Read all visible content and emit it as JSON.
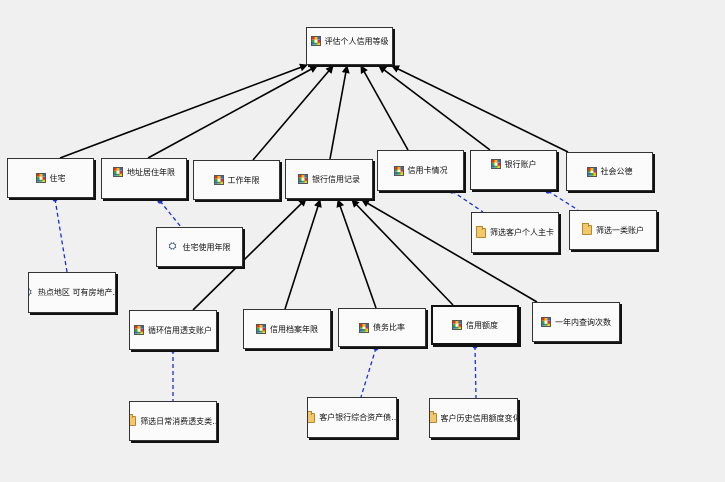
{
  "diagram": {
    "nodes": [
      {
        "id": "root",
        "label": "评估个人信用等级",
        "icon": "grid-icon"
      },
      {
        "id": "housing",
        "label": "住宅",
        "icon": "grid-icon"
      },
      {
        "id": "address_years",
        "label": "地址居住年限",
        "icon": "grid-icon"
      },
      {
        "id": "work_years",
        "label": "工作年限",
        "icon": "grid-icon"
      },
      {
        "id": "bank_credit",
        "label": "银行信用记录",
        "icon": "grid-icon"
      },
      {
        "id": "card_status",
        "label": "信用卡情况",
        "icon": "grid-icon"
      },
      {
        "id": "bank_account",
        "label": "银行账户",
        "icon": "grid-icon"
      },
      {
        "id": "social_morality",
        "label": "社会公德",
        "icon": "grid-icon"
      },
      {
        "id": "house_use_years",
        "label": "住宅使用年限",
        "icon": "chip-icon"
      },
      {
        "id": "hot_area",
        "label": "热点地区 可有房地产...",
        "icon": "chip-icon"
      },
      {
        "id": "filter_primary_card",
        "label": "筛选客户个人主卡",
        "icon": "folder-icon"
      },
      {
        "id": "filter_class1",
        "label": "筛选一类账户",
        "icon": "folder-icon"
      },
      {
        "id": "revolving_overdraft",
        "label": "循环信用透支账户",
        "icon": "grid-icon"
      },
      {
        "id": "credit_file_years",
        "label": "信用档案年限",
        "icon": "grid-icon"
      },
      {
        "id": "debt_ratio",
        "label": "债务比率",
        "icon": "grid-icon"
      },
      {
        "id": "credit_limit",
        "label": "信用额度",
        "icon": "grid-icon"
      },
      {
        "id": "inquiries_year",
        "label": "一年内查询次数",
        "icon": "grid-icon"
      },
      {
        "id": "filter_daily_spend",
        "label": "筛选日常消费透支类...",
        "icon": "folder-icon"
      },
      {
        "id": "customer_assets",
        "label": "客户银行综合资产债...",
        "icon": "folder-icon"
      },
      {
        "id": "limit_history",
        "label": "客户历史信用额度变化",
        "icon": "folder-icon"
      }
    ],
    "arrows": [
      {
        "from": "housing",
        "to": "root"
      },
      {
        "from": "address_years",
        "to": "root"
      },
      {
        "from": "work_years",
        "to": "root"
      },
      {
        "from": "bank_credit",
        "to": "root"
      },
      {
        "from": "card_status",
        "to": "root"
      },
      {
        "from": "bank_account",
        "to": "root"
      },
      {
        "from": "social_morality",
        "to": "root"
      },
      {
        "from": "revolving_overdraft",
        "to": "bank_credit"
      },
      {
        "from": "credit_file_years",
        "to": "bank_credit"
      },
      {
        "from": "debt_ratio",
        "to": "bank_credit"
      },
      {
        "from": "credit_limit",
        "to": "bank_credit"
      },
      {
        "from": "inquiries_year",
        "to": "bank_credit"
      }
    ],
    "links": [
      {
        "from": "housing",
        "to": "hot_area"
      },
      {
        "from": "address_years",
        "to": "house_use_years"
      },
      {
        "from": "card_status",
        "to": "filter_primary_card"
      },
      {
        "from": "bank_account",
        "to": "filter_class1"
      },
      {
        "from": "revolving_overdraft",
        "to": "filter_daily_spend"
      },
      {
        "from": "debt_ratio",
        "to": "customer_assets"
      },
      {
        "from": "credit_limit",
        "to": "limit_history"
      }
    ],
    "colors": {
      "arrow": "#000000",
      "link": "#1a2fd6",
      "background": "#f0f0f0"
    }
  }
}
